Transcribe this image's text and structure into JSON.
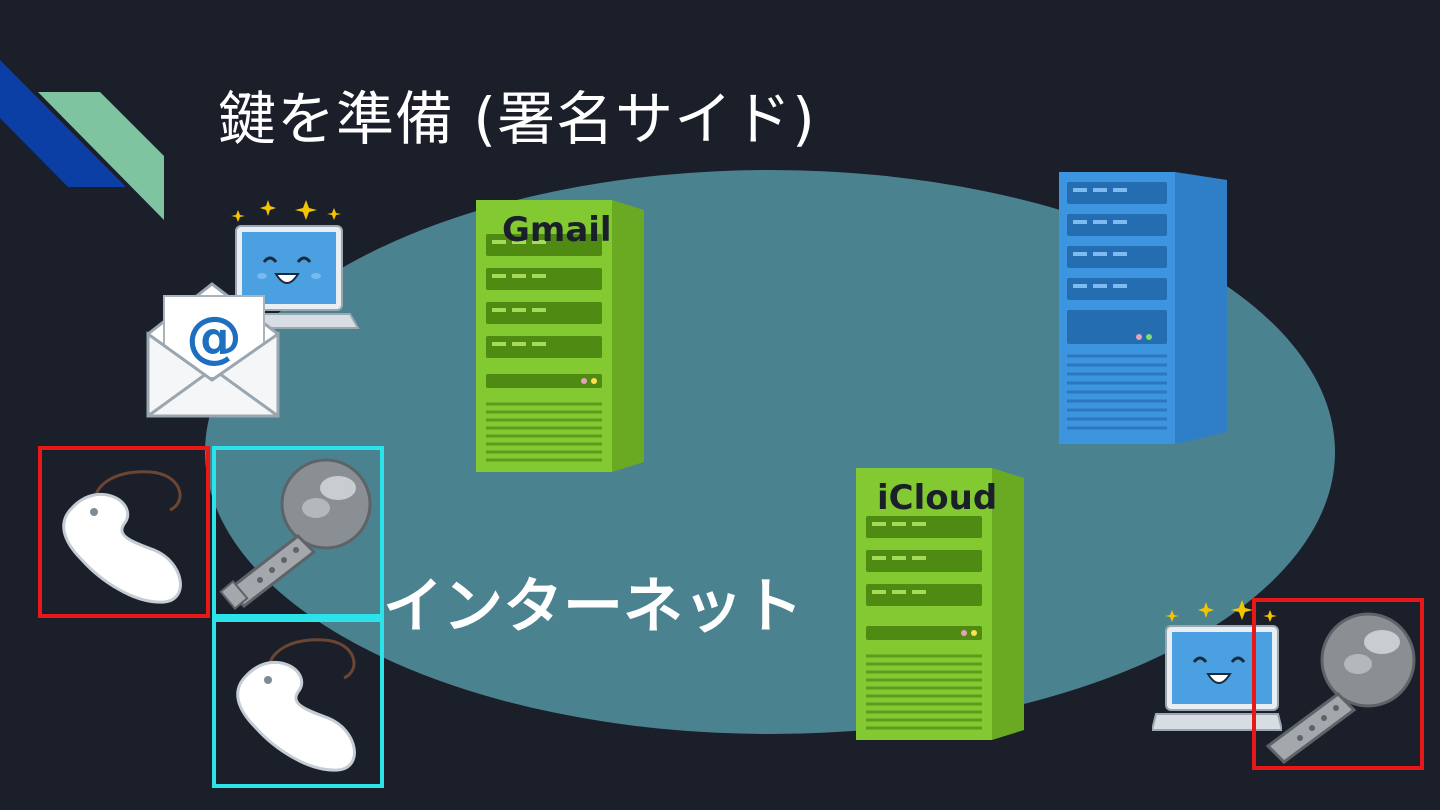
{
  "slide": {
    "title": "鍵を準備 (署名サイド)",
    "network_label": "インターネット",
    "servers": [
      {
        "label": "Gmail",
        "color": "#7cc42c"
      },
      {
        "label": "",
        "color": "#3a8fd6"
      },
      {
        "label": "iCloud",
        "color": "#7cc42c"
      }
    ]
  },
  "colors": {
    "background": "#1b1f2a",
    "network": "#4a8290",
    "accent_blue": "#0b3fa6",
    "accent_green": "#7ec4a0",
    "highlight_red": "#e81818",
    "highlight_cyan": "#2de3ea"
  },
  "icons": [
    "laptop-smile-icon",
    "email-envelope-icon",
    "private-key-icon",
    "public-key-icon",
    "server-icon"
  ]
}
